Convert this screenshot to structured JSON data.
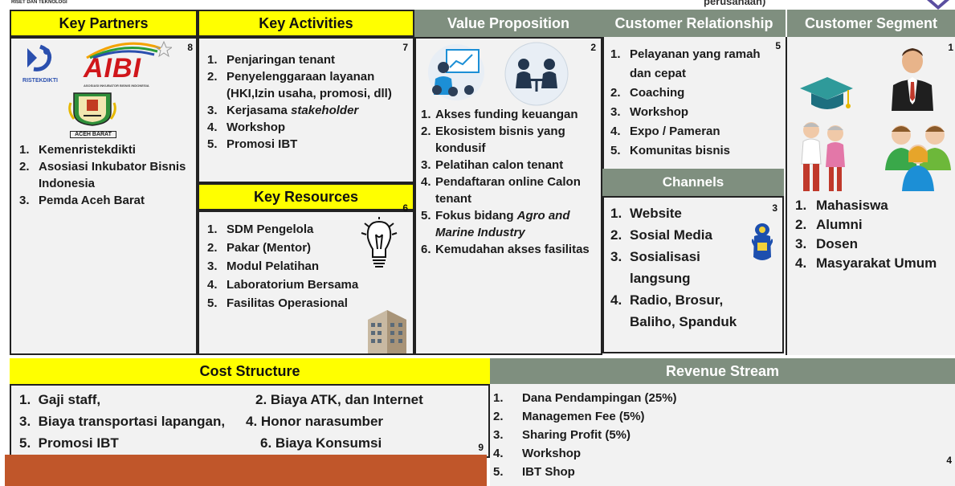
{
  "top_logo_text": "RISET DAN TEKNOLOGI",
  "top_mid_text": "perusahaan)",
  "key_partners": {
    "title": "Key Partners",
    "num": "8",
    "logos": {
      "ristek": "RISTEKDIKTI",
      "aibi": "AIBI",
      "aibi_sub": "ASOSIASI INKUBATOR BISNIS INDONESIA",
      "aceh": "ACEH BARAT"
    },
    "items": [
      {
        "n": "1.",
        "t": "Kemenristekdikti"
      },
      {
        "n": "2.",
        "t": "Asosiasi Inkubator Bisnis Indonesia"
      },
      {
        "n": "3.",
        "t": "Pemda Aceh Barat"
      }
    ]
  },
  "key_activities": {
    "title": "Key Activities",
    "num": "7",
    "items": [
      {
        "n": "1.",
        "t": "Penjaringan tenant"
      },
      {
        "n": "2.",
        "t": "Penyelenggaraan layanan (HKI,Izin usaha, promosi, dll)"
      },
      {
        "n": "3.",
        "t": "Kerjasama ",
        "em": "stakeholder"
      },
      {
        "n": "4.",
        "t": "Workshop"
      },
      {
        "n": "5.",
        "t": "Promosi IBT"
      }
    ]
  },
  "key_resources": {
    "title": "Key Resources",
    "num": "6",
    "items": [
      {
        "n": "1.",
        "t": "SDM Pengelola"
      },
      {
        "n": "2.",
        "t": "Pakar (Mentor)"
      },
      {
        "n": "3.",
        "t": "Modul Pelatihan"
      },
      {
        "n": "4.",
        "t": "Laboratorium Bersama"
      },
      {
        "n": "5.",
        "t": "Fasilitas Operasional"
      }
    ]
  },
  "value_proposition": {
    "title": "Value Proposition",
    "num": "2",
    "items": [
      {
        "n": "1.",
        "t": "Akses funding keuangan"
      },
      {
        "n": "2.",
        "t": "Ekosistem bisnis yang kondusif"
      },
      {
        "n": "3.",
        "t": "Pelatihan calon tenant"
      },
      {
        "n": "4.",
        "t": "Pendaftaran online Calon tenant"
      },
      {
        "n": "5.",
        "t": "Fokus bidang ",
        "em": "Agro and Marine Industry"
      },
      {
        "n": "6.",
        "t": "Kemudahan akses fasilitas"
      }
    ]
  },
  "customer_relationship": {
    "title": "Customer Relationship",
    "num": "5",
    "items": [
      {
        "n": "1.",
        "t": "Pelayanan yang ramah dan cepat"
      },
      {
        "n": "2.",
        "t": "Coaching"
      },
      {
        "n": "3.",
        "t": "Workshop"
      },
      {
        "n": "4.",
        "t": "Expo / Pameran"
      },
      {
        "n": "5.",
        "t": "Komunitas bisnis"
      }
    ]
  },
  "channels": {
    "title": "Channels",
    "num": "3",
    "items": [
      {
        "n": "1.",
        "t": "Website"
      },
      {
        "n": "2.",
        "t": "Sosial Media"
      },
      {
        "n": "3.",
        "t": "Sosialisasi langsung"
      },
      {
        "n": "4.",
        "t": "Radio, Brosur, Baliho, Spanduk"
      }
    ]
  },
  "customer_segment": {
    "title": "Customer Segment",
    "num": "1",
    "items": [
      {
        "n": "1.",
        "t": "Mahasiswa"
      },
      {
        "n": "2.",
        "t": "Alumni"
      },
      {
        "n": "3.",
        "t": "Dosen"
      },
      {
        "n": "4.",
        "t": "Masyarakat Umum"
      }
    ]
  },
  "cost_structure": {
    "title": "Cost Structure",
    "num": "9",
    "items": [
      {
        "n": "1.",
        "t": "Gaji staff,"
      },
      {
        "n": "2.",
        "t": "Biaya ATK, dan Internet"
      },
      {
        "n": "3.",
        "t": "Biaya transportasi lapangan,"
      },
      {
        "n": "4.",
        "t": "Honor narasumber"
      },
      {
        "n": "5.",
        "t": "Promosi IBT"
      },
      {
        "n": "6.",
        "t": "Biaya Konsumsi"
      }
    ]
  },
  "revenue_stream": {
    "title": "Revenue Stream",
    "num": "4",
    "items": [
      {
        "n": "1.",
        "t": "Dana Pendampingan (25%)"
      },
      {
        "n": "2.",
        "t": "Managemen Fee (5%)"
      },
      {
        "n": "3.",
        "t": "Sharing Profit (5%)"
      },
      {
        "n": "4.",
        "t": "Workshop"
      },
      {
        "n": "5.",
        "t": "IBT Shop"
      }
    ]
  },
  "colors": {
    "yellow_header": "#ffff00",
    "gray_header": "#7f8f7f",
    "cell_bg": "#f2f2f2",
    "orange_bar": "#c0562a"
  }
}
